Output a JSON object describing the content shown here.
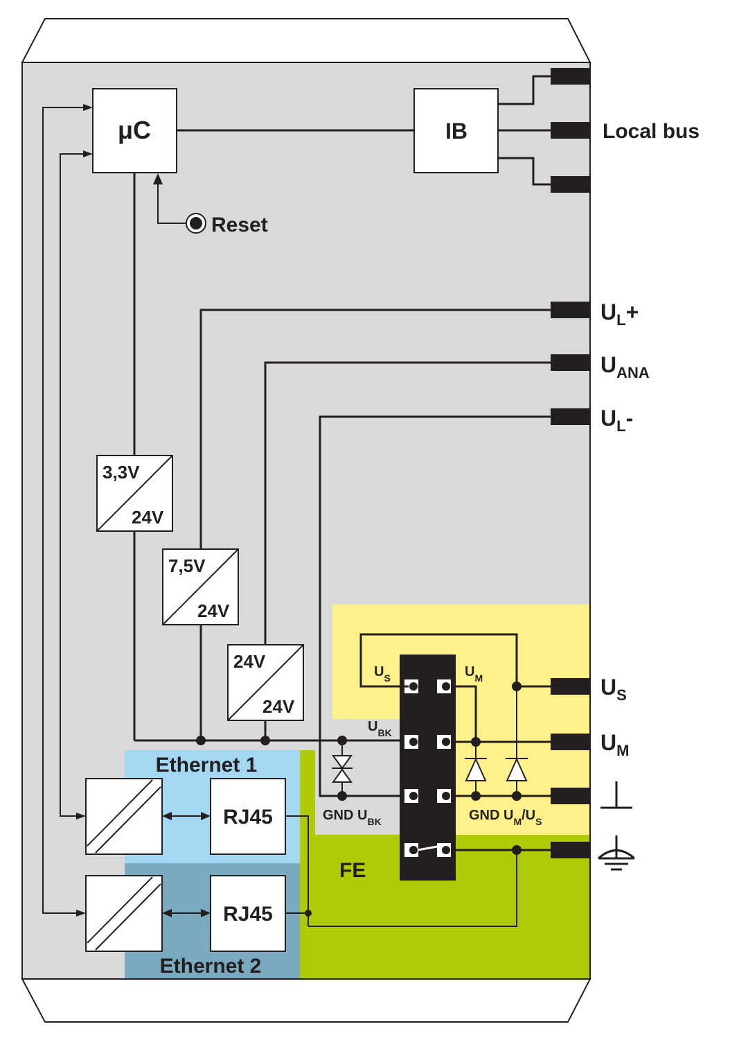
{
  "blocks": {
    "uc": "μC",
    "ib": "IB",
    "reset": "Reset",
    "conv1_in": "3,3V",
    "conv1_out": "24V",
    "conv2_in": "7,5V",
    "conv2_out": "24V",
    "conv3_in": "24V",
    "conv3_out": "24V",
    "rj45_1": "RJ45",
    "rj45_2": "RJ45"
  },
  "zones": {
    "ethernet1": "Ethernet 1",
    "ethernet2": "Ethernet 2",
    "fe": "FE"
  },
  "terminals": {
    "us": {
      "main": "U",
      "sub": "S"
    },
    "um": {
      "main": "U",
      "sub": "M"
    },
    "ubk": {
      "main": "U",
      "sub": "BK"
    },
    "gnd_ubk": {
      "main": "GND U",
      "sub": "BK"
    },
    "gnd_um_us": {
      "main": "GND U",
      "sub": "M",
      "tail": "/U",
      "sub2": "S"
    }
  },
  "connectors": {
    "local_bus": "Local bus",
    "ul_plus": {
      "main": "U",
      "sub": "L",
      "tail": "+"
    },
    "uana": {
      "main": "U",
      "sub": "ANA"
    },
    "ul_minus": {
      "main": "U",
      "sub": "L",
      "tail": "-"
    },
    "us": {
      "main": "U",
      "sub": "S"
    },
    "um": {
      "main": "U",
      "sub": "M"
    }
  },
  "colors": {
    "housing": "#d9d9d9",
    "ethernet1_zone": "#a3d7f2",
    "ethernet2_zone": "#7aaabf",
    "fe_zone": "#b0cb06",
    "supply_zone": "#fff18a",
    "line": "#231f20"
  }
}
